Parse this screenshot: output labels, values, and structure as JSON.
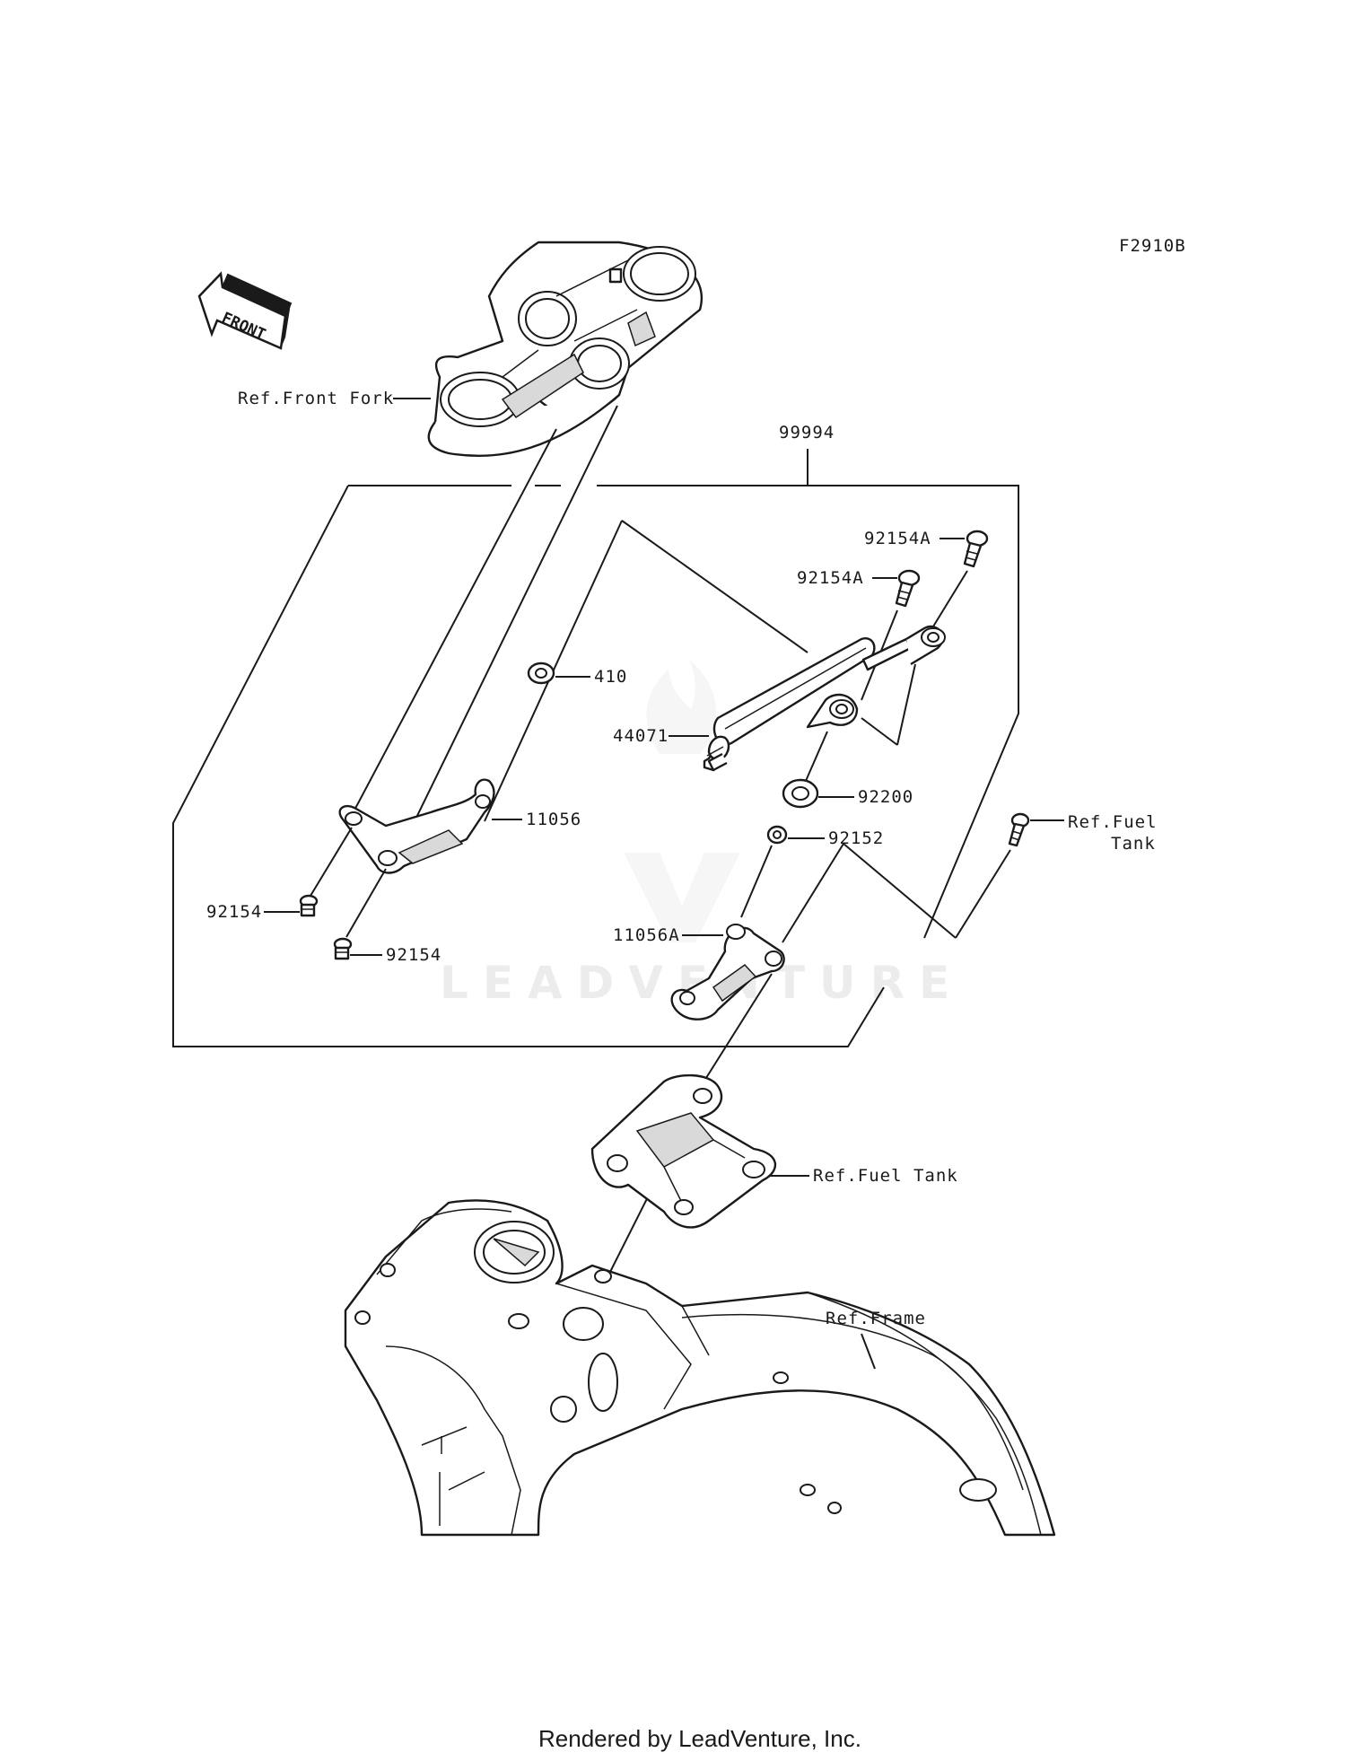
{
  "diagram_code": "F2910B",
  "front_arrow_text": "FRONT",
  "labels": {
    "ref_front_fork": "Ref.Front Fork",
    "kit_99994": "99994",
    "bolt_92154A_top": "92154A",
    "bolt_92154A_mid": "92154A",
    "washer_410": "410",
    "damper_44071": "44071",
    "bracket_11056": "11056",
    "collar_92200": "92200",
    "collar_92152": "92152",
    "ref_fuel_tank_right_line1": "Ref.Fuel",
    "ref_fuel_tank_right_line2": "Tank",
    "bolt_92154_left": "92154",
    "bolt_92154_bottom": "92154",
    "bracket_11056A": "11056A",
    "ref_fuel_tank_bracket": "Ref.Fuel Tank",
    "ref_frame": "Ref.Frame"
  },
  "watermark": "LEADVENTURE",
  "footer": "Rendered by LeadVenture, Inc."
}
